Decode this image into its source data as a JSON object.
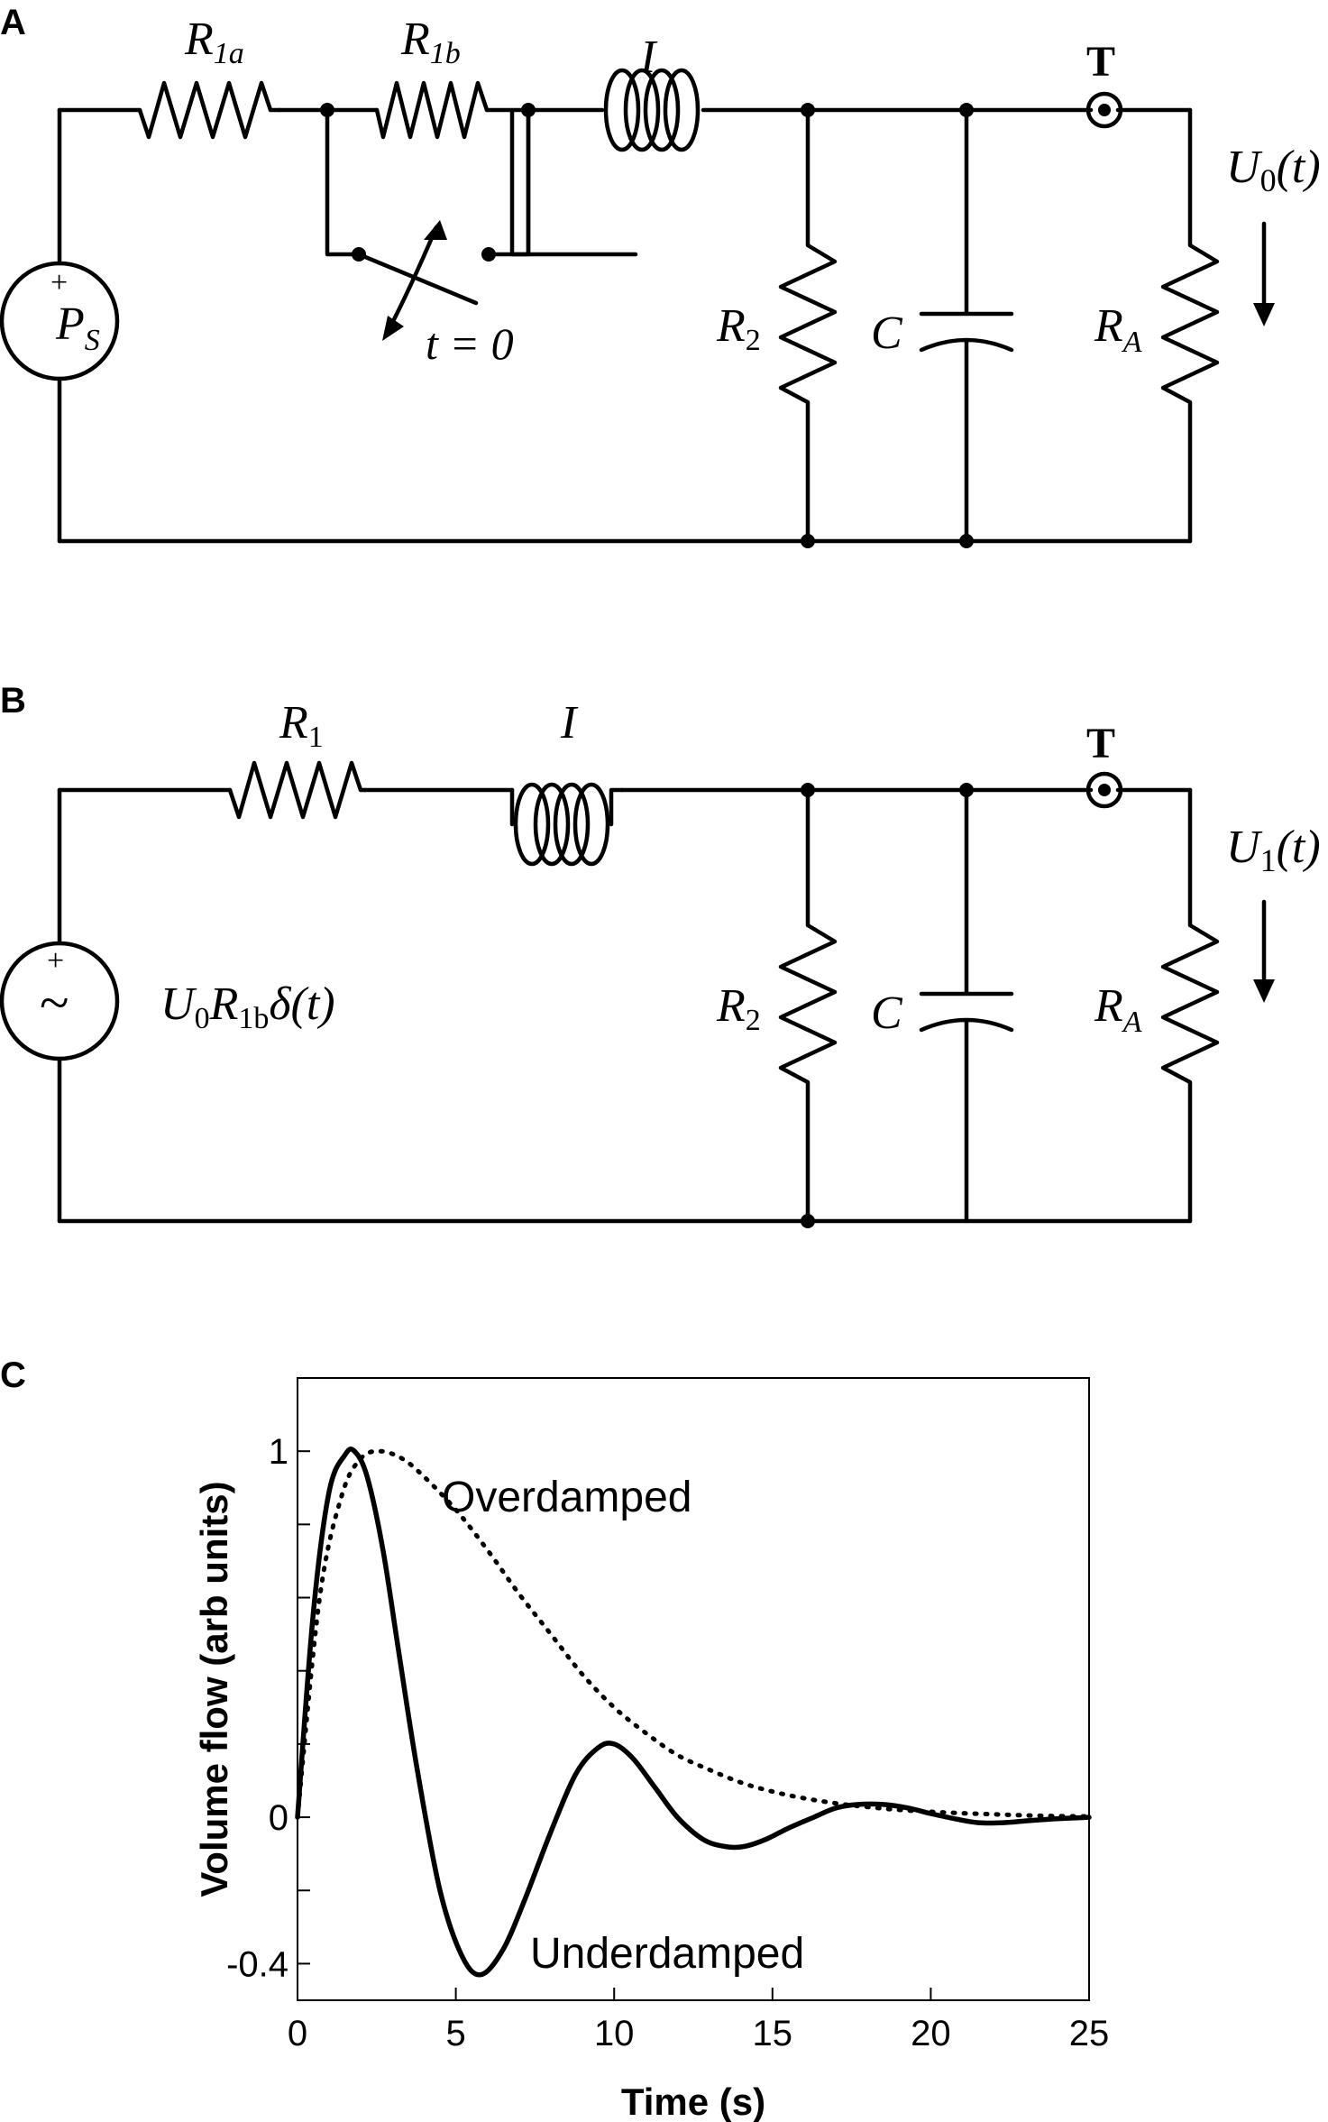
{
  "panel_a": {
    "letter": "A",
    "labels": {
      "r1a_main": "R",
      "r1a_sub": "1a",
      "r1b_main": "R",
      "r1b_sub": "1b",
      "inductor": "I",
      "terminal": "T",
      "u0_main": "U",
      "u0_sub": "0",
      "u0_arg": "(t)",
      "source_plus": "+",
      "ps_main": "P",
      "ps_sub": "S",
      "switch": "t = 0",
      "r2_main": "R",
      "r2_sub": "2",
      "cap": "C",
      "ra_main": "R",
      "ra_sub": "A"
    }
  },
  "panel_b": {
    "letter": "B",
    "labels": {
      "r1_main": "R",
      "r1_sub": "1",
      "inductor": "I",
      "terminal": "T",
      "u1_main": "U",
      "u1_sub": "1",
      "u1_arg": "(t)",
      "source_plus": "+",
      "source_symbol": "~",
      "src_u": "U",
      "src_u_sub": "0",
      "src_r": "R",
      "src_r_sub": "1b",
      "src_delta": "δ(t)",
      "r2_main": "R",
      "r2_sub": "2",
      "cap": "C",
      "ra_main": "R",
      "ra_sub": "A"
    }
  },
  "panel_c": {
    "letter": "C"
  },
  "chart_data": {
    "type": "line",
    "xlabel": "Time (s)",
    "ylabel": "Volume flow (arb units)",
    "xlim": [
      0,
      25
    ],
    "ylim": [
      -0.5,
      1.2
    ],
    "xticks": [
      0,
      5,
      10,
      15,
      20,
      25
    ],
    "yticks_labeled": [
      {
        "value": 1,
        "label": "1"
      },
      {
        "value": 0,
        "label": "0"
      },
      {
        "value": -0.4,
        "label": "-0.4"
      }
    ],
    "yticks_minor": [
      0.8,
      0.6,
      0.4,
      0.2,
      -0.2
    ],
    "grid": false,
    "series": [
      {
        "name": "Underdamped",
        "style": "solid",
        "x": [
          0,
          0.5,
          1,
          1.5,
          1.8,
          2.2,
          2.7,
          3.2,
          3.8,
          4.5,
          5.2,
          5.8,
          6.5,
          7.2,
          8,
          8.8,
          9.5,
          10,
          10.6,
          11.3,
          12,
          12.8,
          13.5,
          14.1,
          14.8,
          15.5,
          16.3,
          17,
          17.7,
          18.5,
          19.3,
          20,
          20.8,
          21.5,
          22.3,
          23,
          23.8,
          25
        ],
        "y": [
          0,
          0.56,
          0.89,
          0.99,
          1.0,
          0.93,
          0.73,
          0.45,
          0.12,
          -0.2,
          -0.38,
          -0.43,
          -0.36,
          -0.22,
          -0.04,
          0.12,
          0.19,
          0.2,
          0.16,
          0.08,
          0.0,
          -0.06,
          -0.08,
          -0.08,
          -0.06,
          -0.03,
          0.0,
          0.025,
          0.035,
          0.035,
          0.025,
          0.01,
          -0.005,
          -0.015,
          -0.015,
          -0.01,
          -0.005,
          0.0
        ]
      },
      {
        "name": "Overdamped",
        "style": "dotted",
        "x": [
          0,
          0.7,
          1.4,
          2,
          2.6,
          3.3,
          4,
          5,
          6,
          7,
          8,
          9,
          10,
          11,
          12,
          13,
          14,
          15,
          16,
          17,
          18,
          19,
          20,
          21,
          22,
          23,
          24,
          25
        ],
        "y": [
          0,
          0.6,
          0.88,
          0.98,
          1.0,
          0.98,
          0.93,
          0.84,
          0.73,
          0.61,
          0.5,
          0.39,
          0.3,
          0.23,
          0.17,
          0.13,
          0.095,
          0.07,
          0.052,
          0.038,
          0.028,
          0.02,
          0.015,
          0.011,
          0.008,
          0.005,
          0.003,
          0.002
        ]
      }
    ],
    "annotations": [
      {
        "text": "Overdamped",
        "near_series": "Overdamped"
      },
      {
        "text": "Underdamped",
        "near_series": "Underdamped"
      }
    ]
  }
}
